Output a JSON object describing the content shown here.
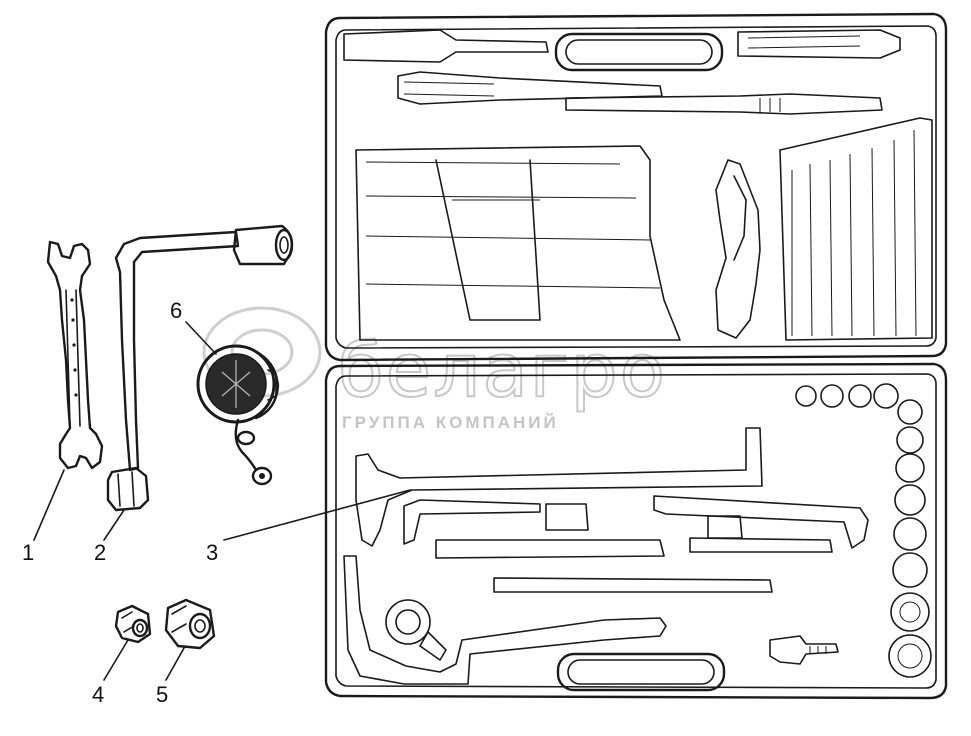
{
  "diagram": {
    "callouts": [
      {
        "id": "1",
        "label": "1"
      },
      {
        "id": "2",
        "label": "2"
      },
      {
        "id": "3",
        "label": "3"
      },
      {
        "id": "4",
        "label": "4"
      },
      {
        "id": "5",
        "label": "5"
      },
      {
        "id": "6",
        "label": "6"
      }
    ],
    "watermark": {
      "brand": "белагро",
      "tagline": "ГРУППА КОМПАНИЙ"
    },
    "colors": {
      "ink": "#1a1a1a",
      "watermark": "#c8c8c8",
      "background": "#ffffff"
    }
  }
}
